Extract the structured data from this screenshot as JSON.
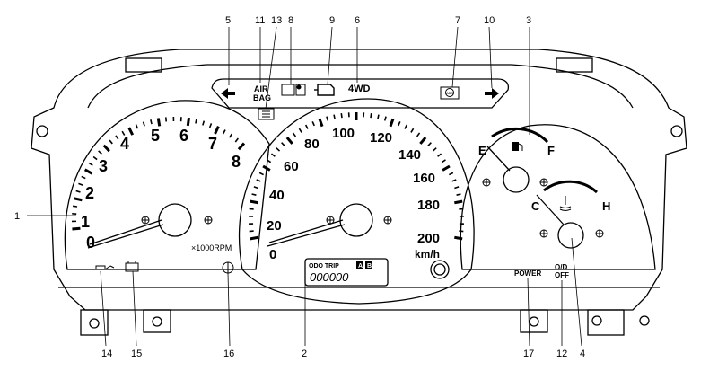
{
  "callouts": {
    "c1": "1",
    "c2": "2",
    "c3": "3",
    "c4": "4",
    "c5": "5",
    "c6": "6",
    "c7": "7",
    "c8": "8",
    "c9": "9",
    "c10": "10",
    "c11": "11",
    "c12": "12",
    "c13": "13",
    "c14": "14",
    "c15": "15",
    "c16": "16",
    "c17": "17"
  },
  "tachometer": {
    "numerals": [
      "0",
      "1",
      "2",
      "3",
      "4",
      "5",
      "6",
      "7",
      "8"
    ],
    "unit": "×1000RPM"
  },
  "speedometer": {
    "numerals": [
      "0",
      "20",
      "40",
      "60",
      "80",
      "100",
      "120",
      "140",
      "160",
      "180",
      "200"
    ],
    "unit": "km/h",
    "odo_label": "ODO TRIP",
    "trip_a": "A",
    "trip_b": "B",
    "odometer_value": "000000"
  },
  "fuel_gauge": {
    "empty_label": "E",
    "full_label": "F"
  },
  "temp_gauge": {
    "cold_label": "C",
    "hot_label": "H"
  },
  "warning_lamps": {
    "airbag_line1": "AIR",
    "airbag_line2": "BAG",
    "four_wd": "4WD",
    "abs": "ABS",
    "power": "POWER",
    "od_line1": "O/D",
    "od_line2": "OFF"
  },
  "icons": [
    "left-arrow-icon",
    "right-arrow-icon",
    "door-ajar-icon",
    "engine-check-icon",
    "headlight-icon",
    "oil-can-icon",
    "battery-icon",
    "reset-knob-icon",
    "fuel-pump-icon",
    "thermometer-icon"
  ]
}
